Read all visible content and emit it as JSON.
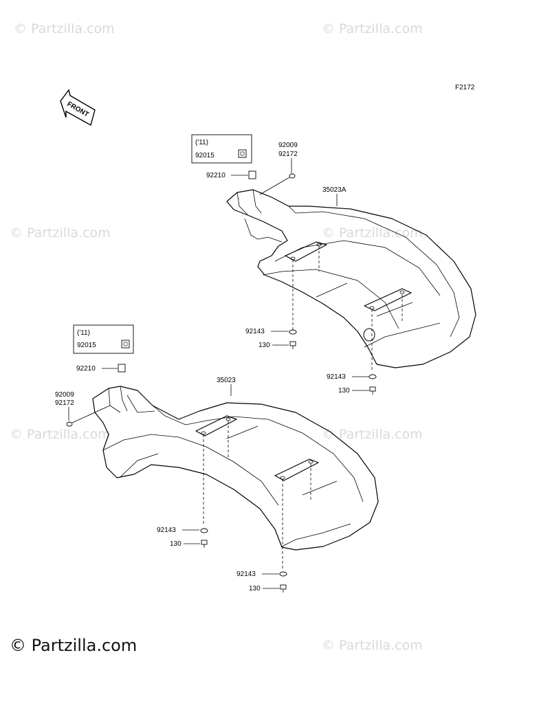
{
  "figure_code": "F2172",
  "front_arrow": {
    "label": "FRONT",
    "icon": "front-arrow-icon"
  },
  "watermark": {
    "text": "© Partzilla.com",
    "corner_text": "© Partzilla.com"
  },
  "upper_assembly": {
    "callout_box": {
      "year": "('11)",
      "part": "92015"
    },
    "labels": {
      "bracket": "92210",
      "bolt_a": "92009",
      "bolt_b": "92172",
      "fender": "35023A",
      "washer_1": "92143",
      "bolt_1": "130",
      "washer_2": "92143",
      "bolt_2": "130"
    }
  },
  "lower_assembly": {
    "callout_box": {
      "year": "('11)",
      "part": "92015"
    },
    "labels": {
      "bracket": "92210",
      "bolt_a": "92009",
      "bolt_b": "92172",
      "fender": "35023",
      "washer_1": "92143",
      "bolt_1": "130",
      "washer_2": "92143",
      "bolt_2": "130"
    }
  }
}
